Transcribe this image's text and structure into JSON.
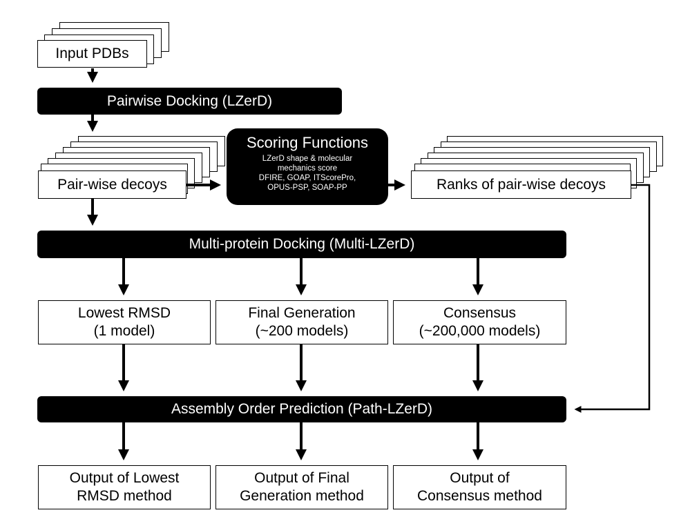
{
  "input_pdbs": "Input PDBs",
  "pairwise_docking": "Pairwise Docking (LZerD)",
  "pairwise_decoys": "Pair-wise decoys",
  "scoring": {
    "title": "Scoring Functions",
    "lines": [
      "LZerD shape & molecular",
      "mechanics score",
      "DFIRE, GOAP, ITScorePro,",
      "OPUS-PSP, SOAP-PP"
    ]
  },
  "ranks": "Ranks of pair-wise decoys",
  "multi_docking": "Multi-protein Docking (Multi-LZerD)",
  "methods": [
    {
      "line1": "Lowest RMSD",
      "line2": "(1 model)"
    },
    {
      "line1": "Final Generation",
      "line2": "(~200 models)"
    },
    {
      "line1": "Consensus",
      "line2": "(~200,000 models)"
    }
  ],
  "assembly": "Assembly Order Prediction (Path-LZerD)",
  "outputs": [
    {
      "line1": "Output of Lowest",
      "line2": "RMSD method"
    },
    {
      "line1": "Output of Final",
      "line2": "Generation method"
    },
    {
      "line1": "Output of",
      "line2": "Consensus method"
    }
  ]
}
